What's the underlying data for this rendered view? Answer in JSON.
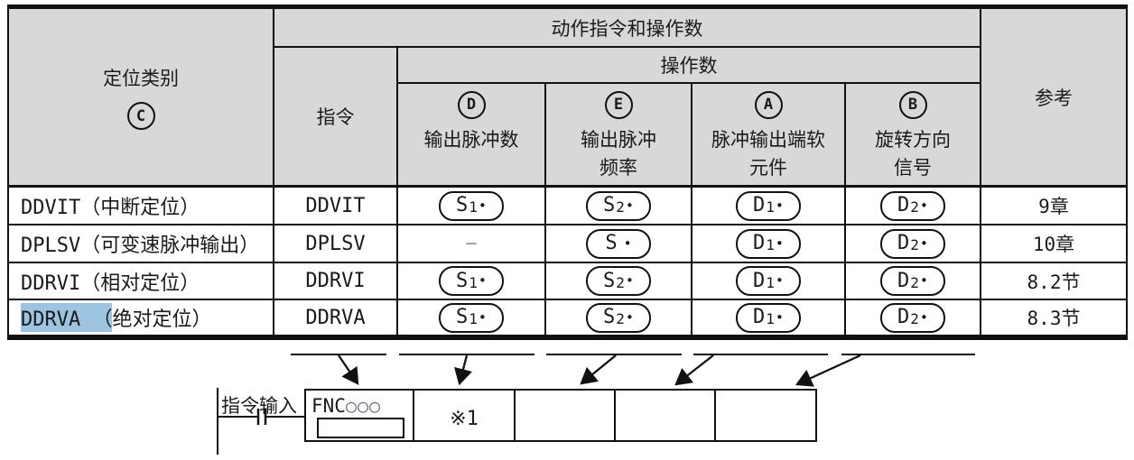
{
  "table": {
    "header": {
      "category_label": "定位类别",
      "category_circle": "C",
      "action_header": "动作指令和操作数",
      "operand_header": "操作数",
      "instruction_label": "指令",
      "columns": [
        {
          "circle": "D",
          "line1": "输出脉冲数",
          "line2": ""
        },
        {
          "circle": "E",
          "line1": "输出脉冲",
          "line2": "频率"
        },
        {
          "circle": "A",
          "line1": "脉冲输出端软",
          "line2": "元件"
        },
        {
          "circle": "B",
          "line1": "旋转方向",
          "line2": "信号"
        }
      ],
      "reference_label": "参考"
    },
    "rows": [
      {
        "category": "DDVIT（中断定位）",
        "instruction": "DDVIT",
        "operands": [
          {
            "main": "S",
            "sub": "1",
            "dot": "•"
          },
          {
            "main": "S",
            "sub": "2",
            "dot": "•"
          },
          {
            "main": "D",
            "sub": "1",
            "dot": "•"
          },
          {
            "main": "D",
            "sub": "2",
            "dot": "•"
          }
        ],
        "reference": "9章"
      },
      {
        "category": "DPLSV（可变速脉冲输出）",
        "instruction": "DPLSV",
        "operands": [
          {
            "dash": "−"
          },
          {
            "main": "S",
            "sub": "",
            "dot": "•"
          },
          {
            "main": "D",
            "sub": "1",
            "dot": "•"
          },
          {
            "main": "D",
            "sub": "2",
            "dot": "•"
          }
        ],
        "reference": "10章"
      },
      {
        "category": "DDRVI（相对定位）",
        "instruction": "DDRVI",
        "operands": [
          {
            "main": "S",
            "sub": "1",
            "dot": "•"
          },
          {
            "main": "S",
            "sub": "2",
            "dot": "•"
          },
          {
            "main": "D",
            "sub": "1",
            "dot": "•"
          },
          {
            "main": "D",
            "sub": "2",
            "dot": "•"
          }
        ],
        "reference": "8.2节"
      },
      {
        "category_highlight": "DDRVA （",
        "category_rest": "绝对定位）",
        "instruction": "DDRVA",
        "operands": [
          {
            "main": "S",
            "sub": "1",
            "dot": "•"
          },
          {
            "main": "S",
            "sub": "2",
            "dot": "•"
          },
          {
            "main": "D",
            "sub": "1",
            "dot": "•"
          },
          {
            "main": "D",
            "sub": "2",
            "dot": "•"
          }
        ],
        "reference": "8.3节"
      }
    ]
  },
  "diagram": {
    "input_label": "指令输入",
    "fnc_text": "FNC",
    "fnc_circles": "○○○",
    "note": "※1"
  },
  "colors": {
    "header_bg": "#d8d8d8",
    "highlight": "#9cc4e0",
    "border": "#111111"
  }
}
